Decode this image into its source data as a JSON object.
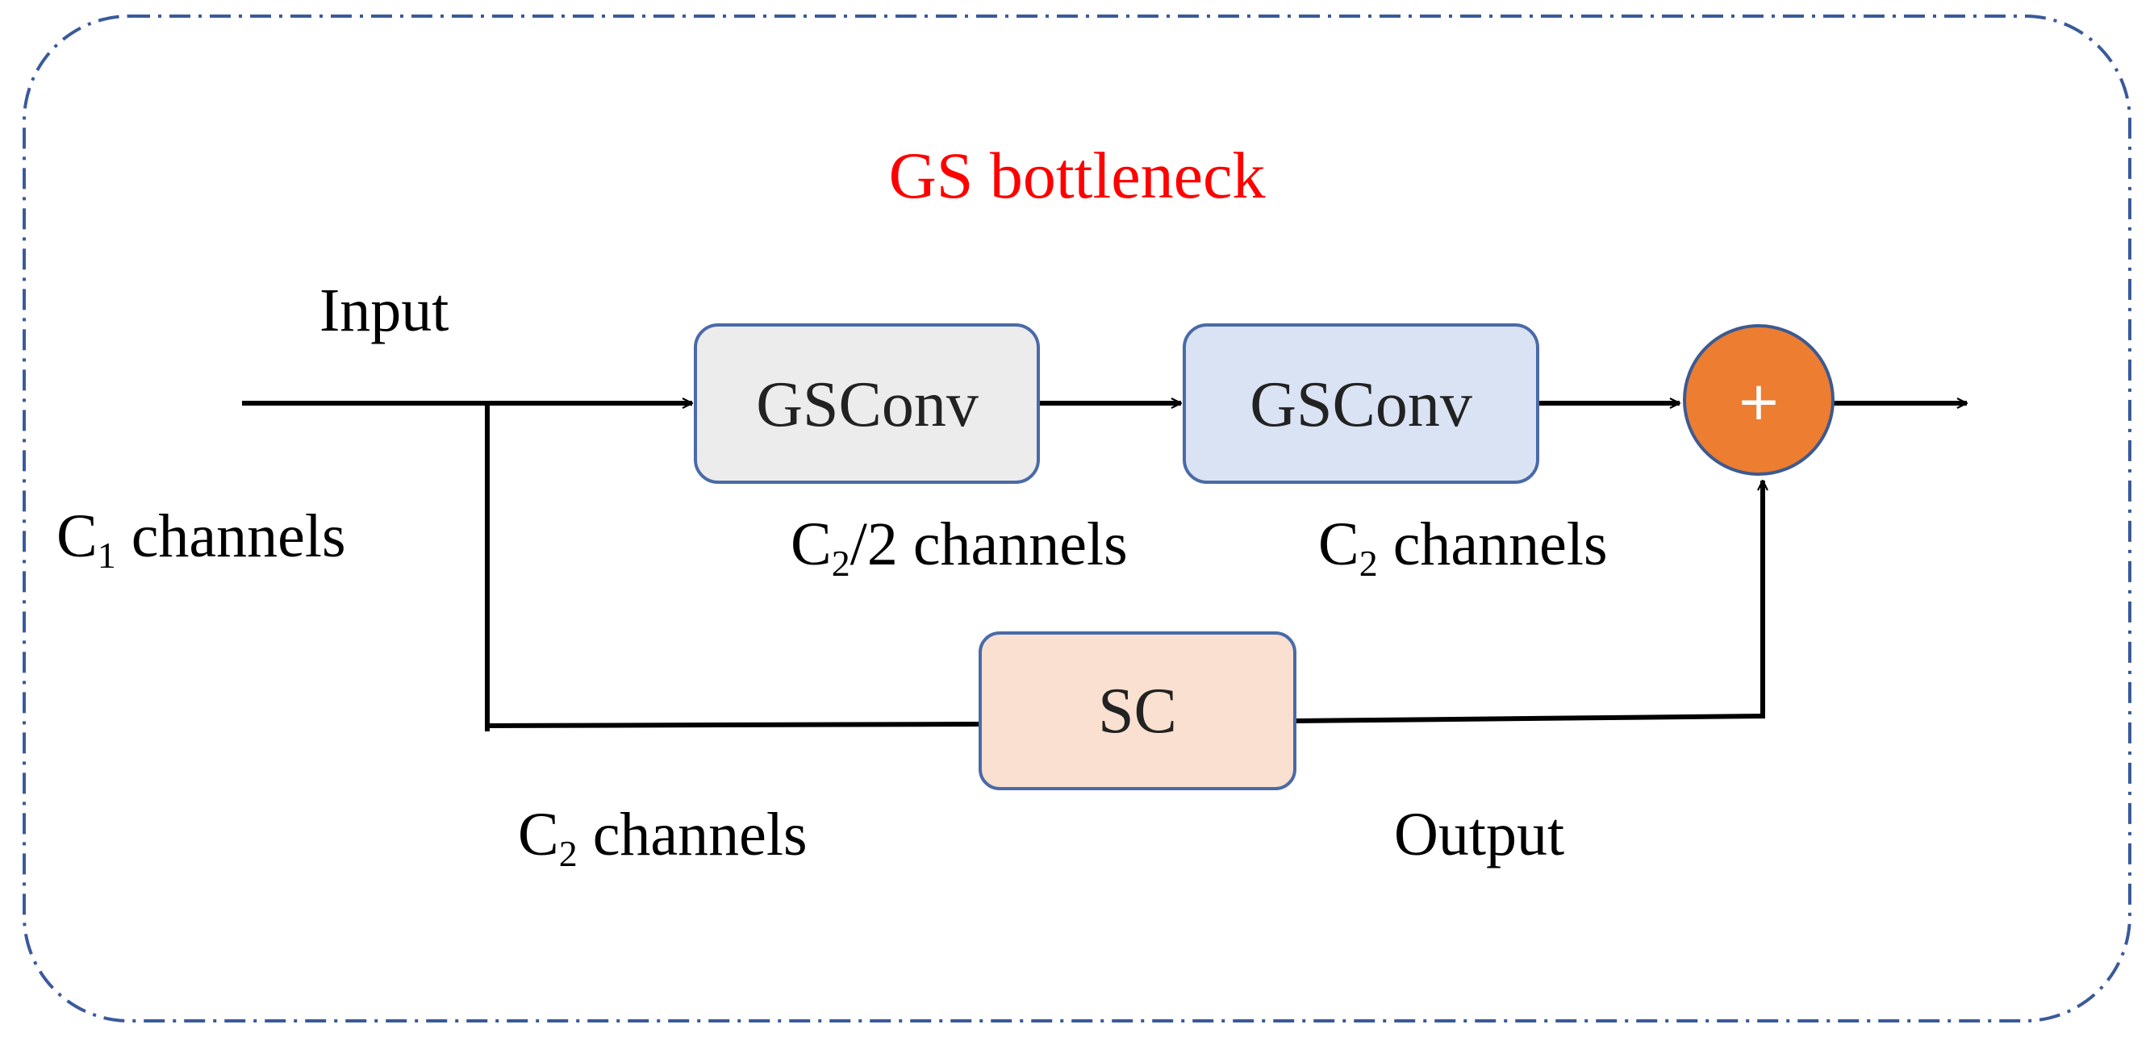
{
  "title": {
    "text": "GS bottleneck",
    "color": "#ff0000"
  },
  "labels": {
    "input": "Input",
    "output": "Output",
    "c1": {
      "base": "C",
      "sub": "1",
      "rest": " channels"
    },
    "c2_half": {
      "base": "C",
      "sub": "2",
      "rest": "/2 channels"
    },
    "c2_top": {
      "base": "C",
      "sub": "2",
      "rest": " channels"
    },
    "c2_bottom": {
      "base": "C",
      "sub": "2",
      "rest": " channels"
    }
  },
  "blocks": {
    "gsconv1": {
      "label": "GSConv",
      "fill": "#ececec",
      "stroke": "#4a6aa8"
    },
    "gsconv2": {
      "label": "GSConv",
      "fill": "#dae3f3",
      "stroke": "#4a6aa8"
    },
    "sc": {
      "label": "SC",
      "fill": "#f9e0d1",
      "stroke": "#4a6aa8"
    }
  },
  "add_node": {
    "symbol": "+",
    "fill": "#ed7d31",
    "stroke": "#3d5a8f"
  },
  "frame": {
    "stroke": "#3a5a9a",
    "style": "dash-dot"
  }
}
